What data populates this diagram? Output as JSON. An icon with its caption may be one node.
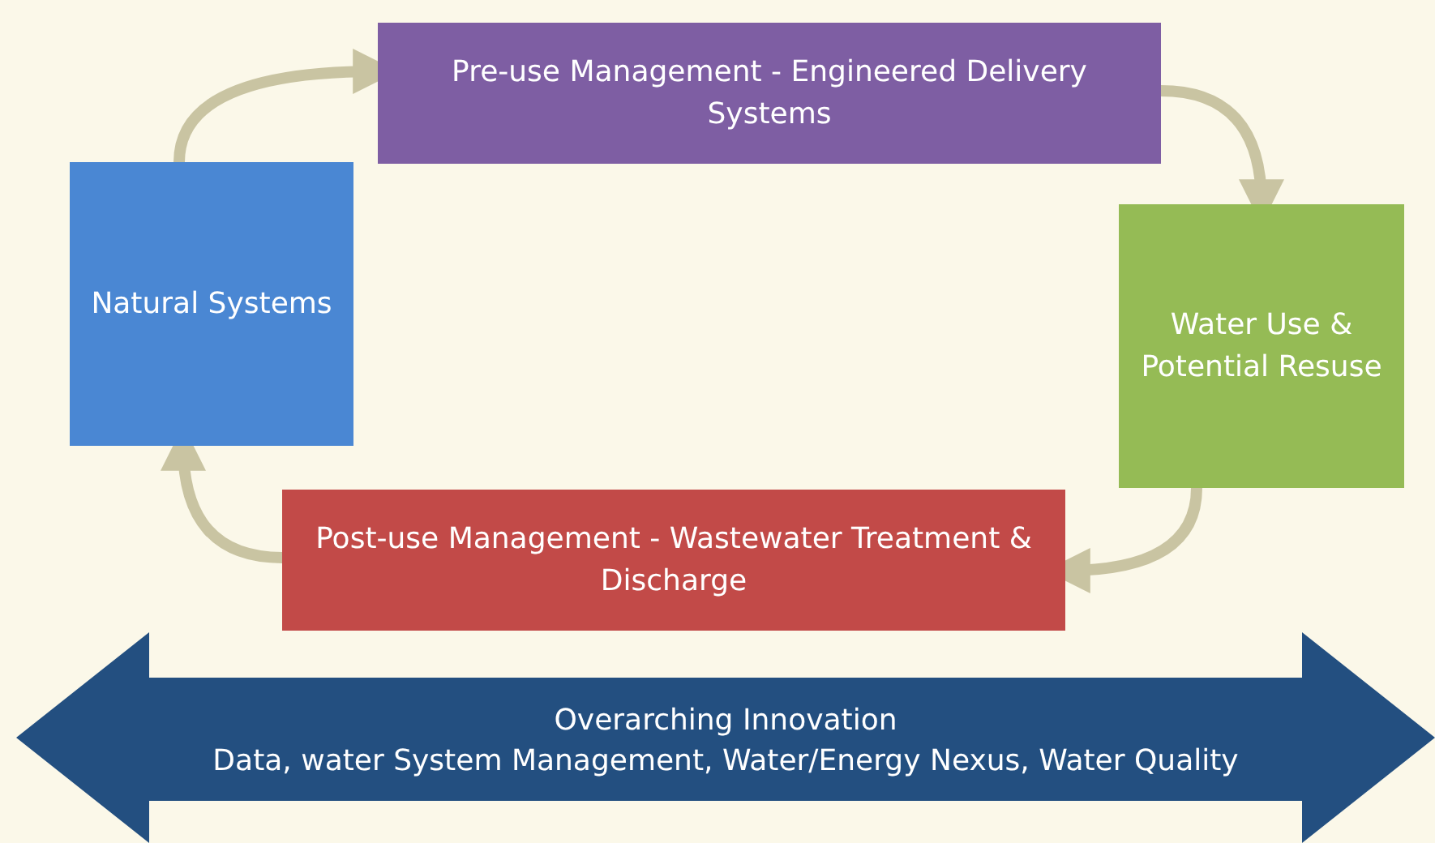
{
  "diagram": {
    "nodes": [
      {
        "text": [
          "Natural Systems"
        ]
      },
      {
        "text": [
          "Pre-use Management - Engineered Delivery Systems"
        ]
      },
      {
        "text": [
          "Water Use & Potential Resuse"
        ]
      },
      {
        "text": [
          "Post-use Management - Wastewater Treatment & Discharge"
        ]
      },
      {
        "text": [
          "Overarching Innovation",
          "Data, water System Management, Water/Energy Nexus, Water Quality"
        ]
      }
    ],
    "edges": [
      {
        "from": 0,
        "to": 1,
        "arrow": "to"
      },
      {
        "from": 1,
        "to": 2,
        "arrow": "to"
      },
      {
        "from": 2,
        "to": 3,
        "arrow": "to"
      },
      {
        "from": 3,
        "to": 0,
        "arrow": "to"
      }
    ]
  }
}
